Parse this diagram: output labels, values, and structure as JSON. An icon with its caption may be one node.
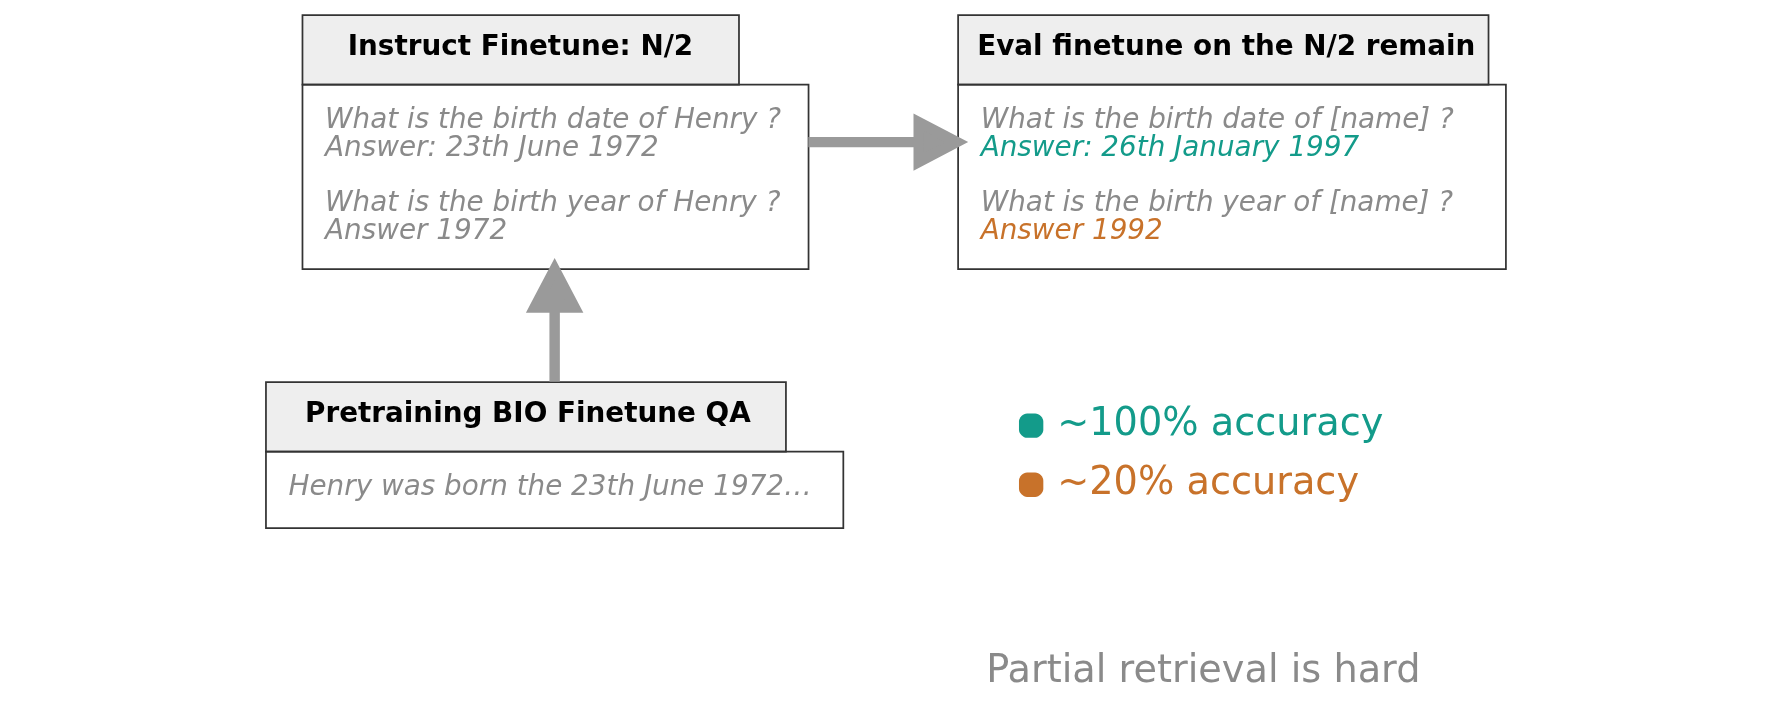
{
  "diagram": {
    "nodes": [
      {
        "text": [
          "Instruct Finetune: N/2",
          "What is the birth date of Henry ?",
          "Answer: 23th June 1972",
          "What is the birth year of Henry ?",
          "Answer 1972"
        ]
      },
      {
        "text": [
          "Eval finetune on the N/2 remain",
          "What is the birth date of [name] ?",
          "Answer: 26th January 1997",
          "What is the birth year of [name] ?",
          "Answer 1992"
        ]
      },
      {
        "text": [
          "Pretraining BIO Finetune QA",
          "Henry was born the 23th June 1972…"
        ]
      }
    ],
    "edges": [
      {
        "from": 2,
        "to": 0,
        "arrow": "to"
      },
      {
        "from": 0,
        "to": 1,
        "arrow": "to"
      }
    ],
    "labels": [
      "Partial retrieval is hard"
    ],
    "legend": [
      {
        "text": "~100% accuracy",
        "color": "#139b8a"
      },
      {
        "text": "~20% accuracy",
        "color": "#c8722a"
      }
    ]
  }
}
